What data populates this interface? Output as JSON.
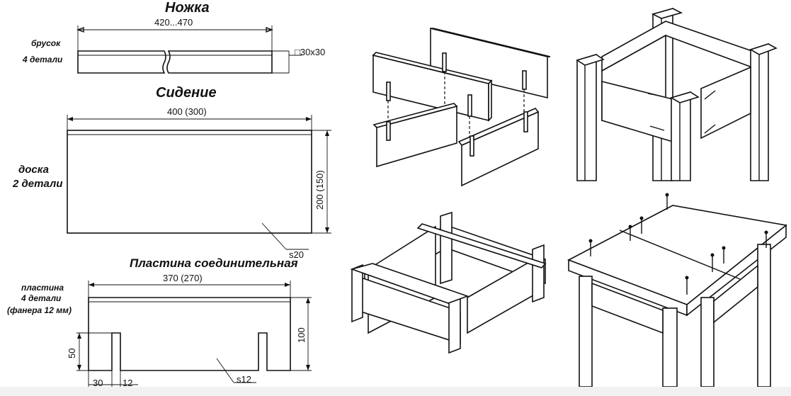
{
  "leg": {
    "title": "Ножка",
    "part_label_1": "брусок",
    "part_label_2": "4 детали",
    "length_dim": "420...470",
    "section_dim": "□30x30"
  },
  "seat": {
    "title": "Сидение",
    "part_label_1": "доска",
    "part_label_2": "2 детали",
    "width_dim": "400 (300)",
    "height_dim": "200 (150)",
    "thickness": "s20"
  },
  "plate": {
    "title": "Пластина соединительная",
    "part_label_1": "пластина",
    "part_label_2": "4 детали",
    "part_label_3": "(фанера 12 мм)",
    "width_dim": "370 (270)",
    "height_dim": "100",
    "slot_depth": "50",
    "slot_offset": "30",
    "slot_width": "12",
    "thickness": "s12"
  }
}
